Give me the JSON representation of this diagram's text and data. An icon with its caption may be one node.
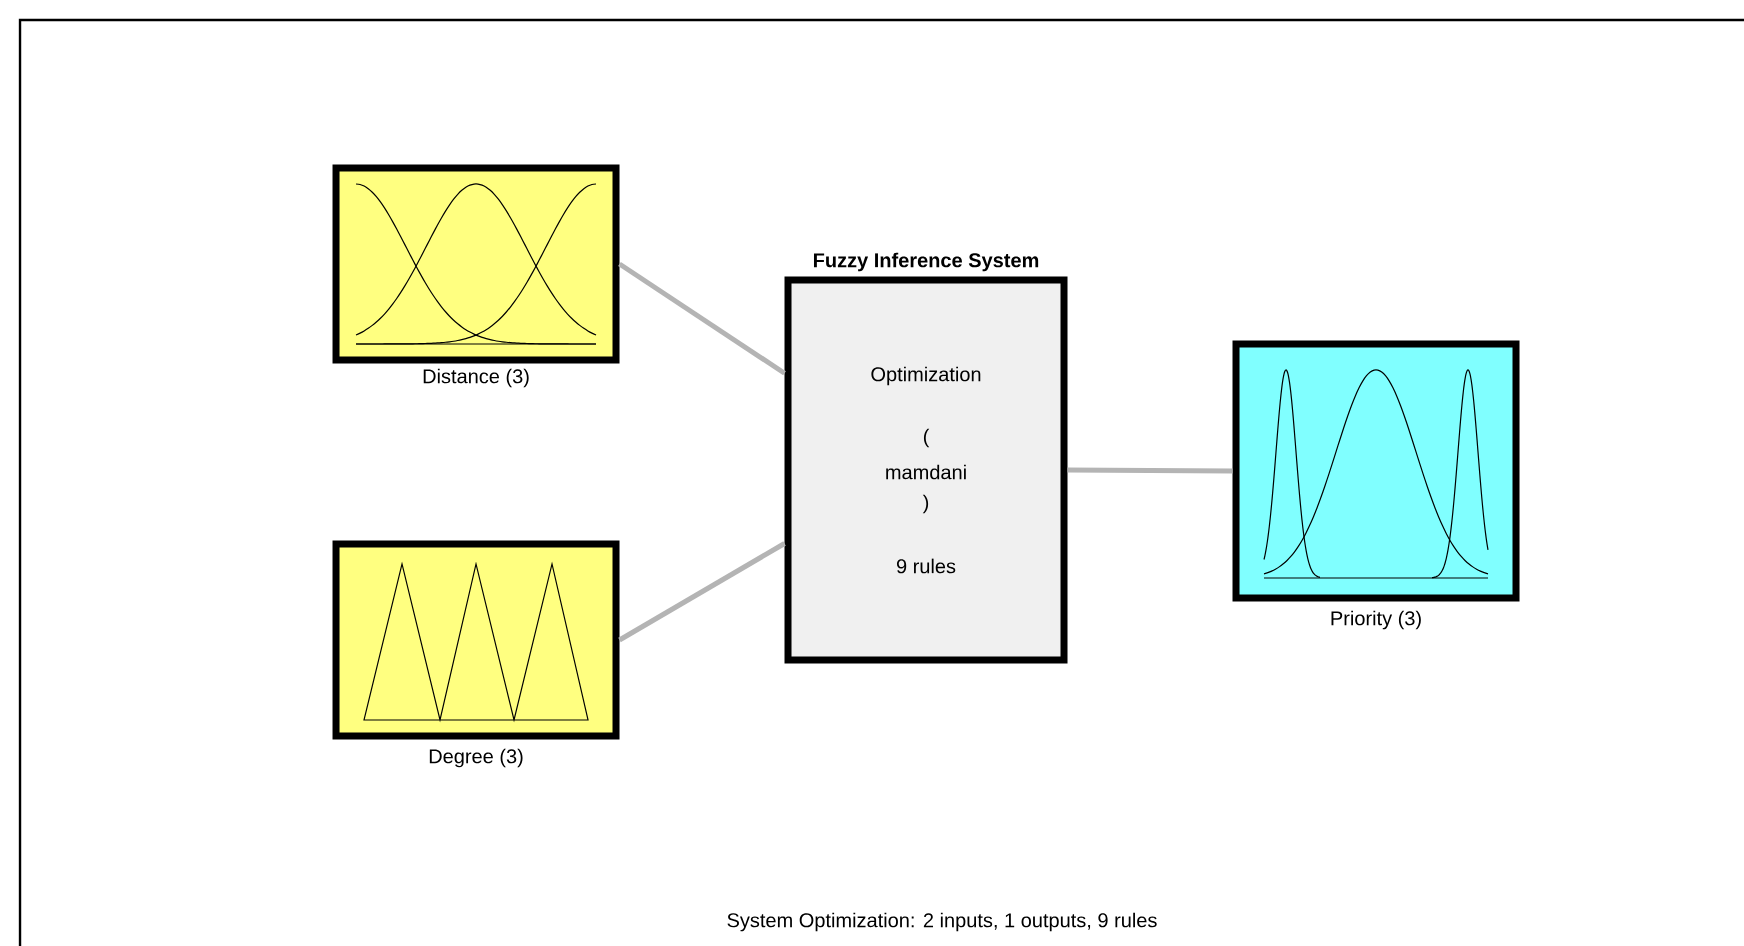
{
  "diagram": {
    "caption": "System Optimization: 2 inputs, 1 outputs, 9 rules",
    "nodes": [
      {
        "text": [
          "Distance (3)"
        ]
      },
      {
        "text": [
          "Degree (3)"
        ]
      },
      {
        "text": [
          "Fuzzy Inference System",
          "Optimization",
          "(",
          "mamdani",
          ")",
          "9 rules"
        ]
      },
      {
        "text": [
          "Priority (3)"
        ]
      }
    ],
    "edges": [
      {
        "from": 0,
        "to": 2,
        "arrow": "none"
      },
      {
        "from": 1,
        "to": 2,
        "arrow": "none"
      },
      {
        "from": 2,
        "to": 3,
        "arrow": "none"
      }
    ]
  }
}
